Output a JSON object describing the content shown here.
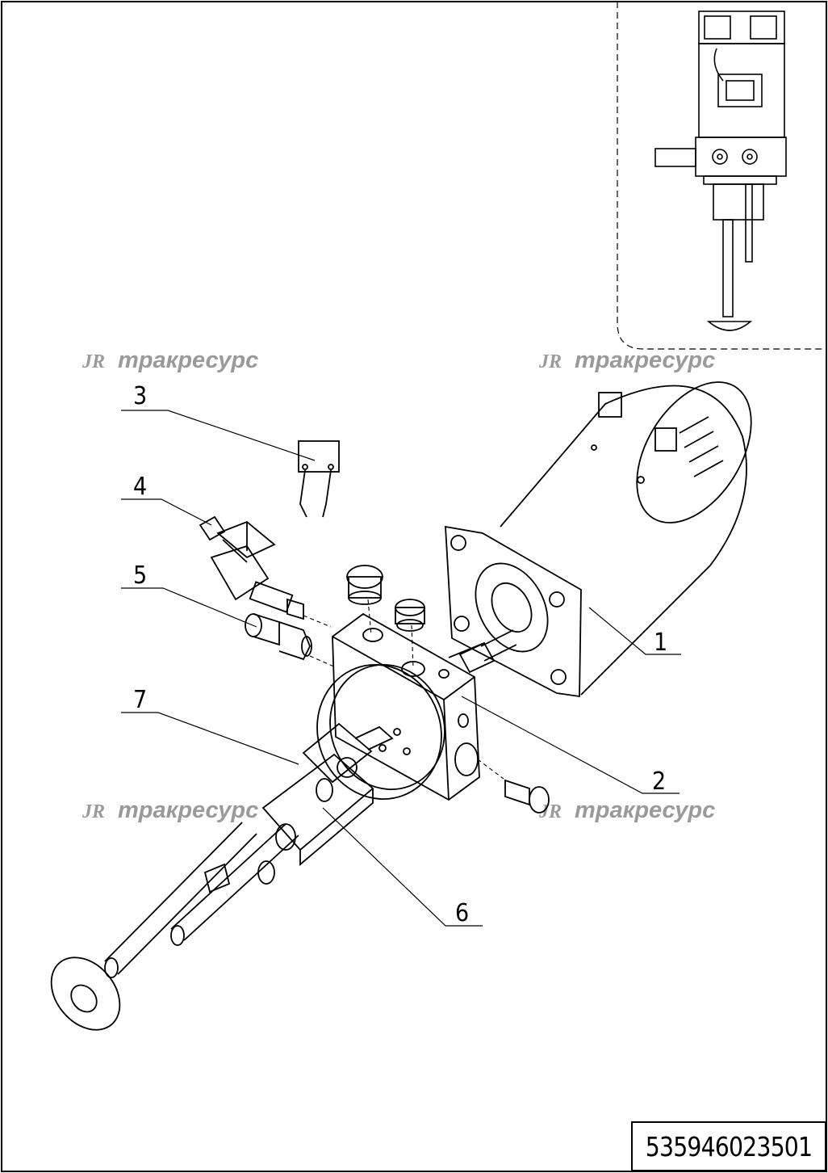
{
  "drawing": {
    "callouts": [
      {
        "id": "1",
        "label": "1"
      },
      {
        "id": "2",
        "label": "2"
      },
      {
        "id": "3",
        "label": "3"
      },
      {
        "id": "4",
        "label": "4"
      },
      {
        "id": "5",
        "label": "5"
      },
      {
        "id": "6",
        "label": "6"
      },
      {
        "id": "7",
        "label": "7"
      }
    ],
    "watermark": {
      "logo": "JR",
      "text": "тракресурс"
    },
    "part_code": "535946023501"
  }
}
